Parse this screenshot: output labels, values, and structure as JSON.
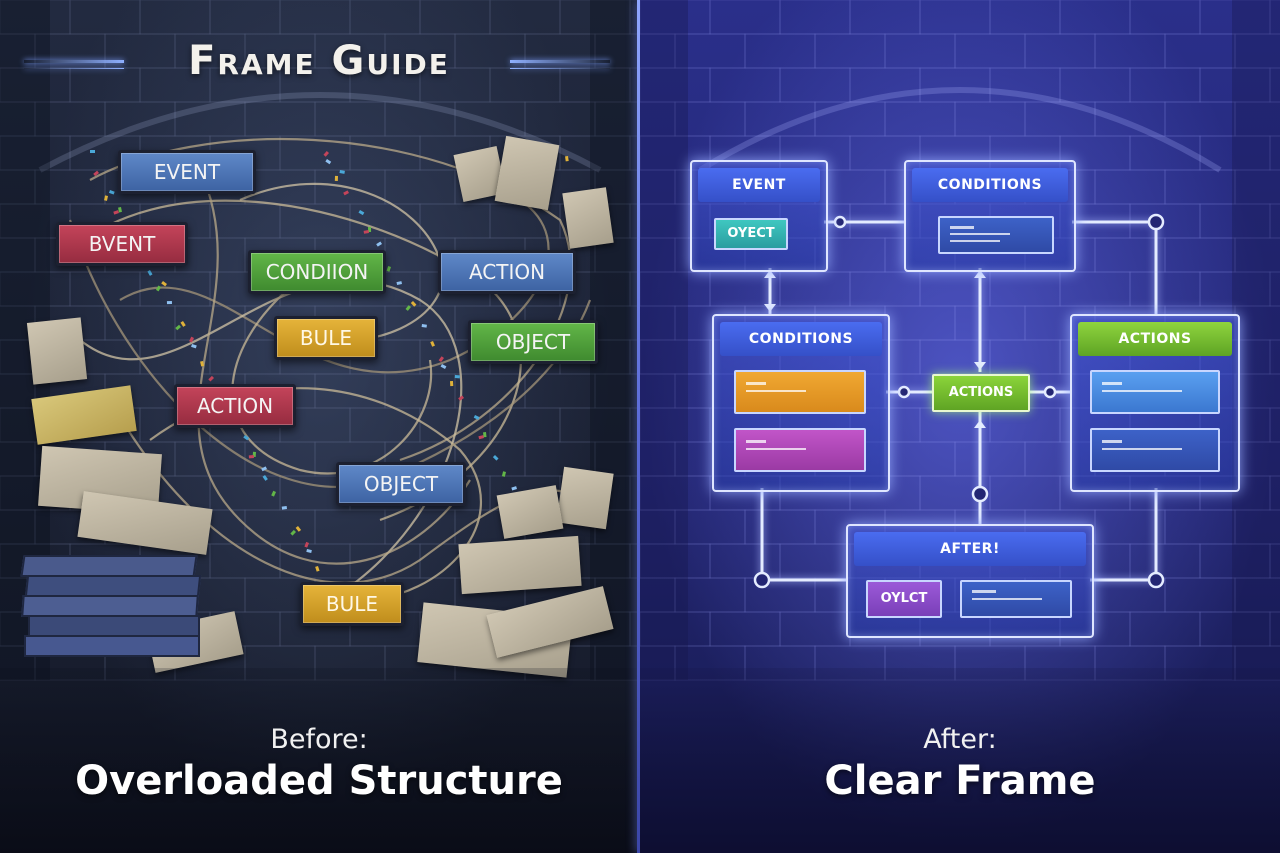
{
  "title": "Frame Guide",
  "before": {
    "label": "Before:",
    "headline": "Overloaded Structure",
    "tags": [
      {
        "text": "EVENT",
        "color": "blue"
      },
      {
        "text": "BVENT",
        "color": "red"
      },
      {
        "text": "CONDIION",
        "color": "green"
      },
      {
        "text": "ACTION",
        "color": "blue"
      },
      {
        "text": "BULE",
        "color": "yellow"
      },
      {
        "text": "OBJECT",
        "color": "green"
      },
      {
        "text": "ACTION",
        "color": "red"
      },
      {
        "text": "OBJECT",
        "color": "blue"
      },
      {
        "text": "BULE",
        "color": "yellow"
      }
    ]
  },
  "after": {
    "label": "After:",
    "headline": "Clear Frame",
    "frames": {
      "event": {
        "title": "EVENT",
        "slot": "OYECT"
      },
      "conditions_top": {
        "title": "CONDITIONS"
      },
      "conditions": {
        "title": "CONDITIONS"
      },
      "actions_mid": {
        "title": "ACTIONS"
      },
      "actions": {
        "title": "ACTIONS"
      },
      "after": {
        "title": "AFTER!",
        "slot": "OYLCT"
      }
    }
  },
  "colors": {
    "left_bg": "#1a2032",
    "right_bg": "#232673",
    "glow": "#9fb2ff",
    "divider": "#8fa6ff"
  }
}
